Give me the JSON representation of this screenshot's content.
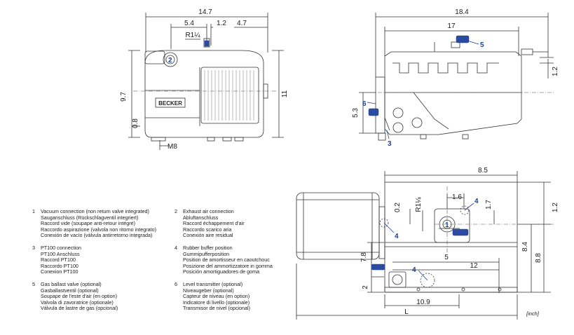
{
  "side_view": {
    "dimensions": [
      "14.7",
      "5.4",
      "1.2",
      "4.7",
      "R1¼",
      "9.7",
      "11",
      "0.8",
      "M8"
    ],
    "callout_2": "2",
    "brand_plate": "BECKER"
  },
  "end_view": {
    "dimensions": [
      "18.4",
      "17",
      "1.2",
      "5.3"
    ],
    "callouts": [
      "5",
      "6",
      "3"
    ]
  },
  "top_view": {
    "dimensions": [
      "8.5",
      "1.6",
      "R1¼",
      "0.2",
      "1.7",
      "1.2",
      "8.4",
      "8.8",
      "7.8",
      "5",
      "12",
      "2",
      "10.9",
      "L"
    ],
    "callouts": [
      "4",
      "4",
      "1",
      "4"
    ]
  },
  "legend": [
    {
      "num": "1",
      "lines": [
        "Vacuum connection (non return valve integrated)",
        "Sauganschluss (Rückschlagventil integriert)",
        "Raccord vide (soupape anti-retour intégré)",
        "Raccordo aspirazione (valvola non ritorno integrato)",
        "Conexión de vacío (válvula antirretorno integrada)"
      ]
    },
    {
      "num": "2",
      "lines": [
        "Exhaust air connection",
        "Abluftanschluss",
        "Raccord échappement d'air",
        "Raccordo scarico aria",
        "Conexión aire residual"
      ]
    },
    {
      "num": "3",
      "lines": [
        "PT100 connection",
        "PT100 Anschluss",
        "Raccord PT100",
        "Raccordo PT100",
        "Conexion PT100"
      ]
    },
    {
      "num": "4",
      "lines": [
        "Rubber buffer position",
        "Gummipufferposition",
        "Position de amortisseur en caoutchouc",
        "Posizione del ammortizzatore in gomma",
        "Posición amortiguadores de goma"
      ]
    },
    {
      "num": "5",
      "lines": [
        "Gas ballast valve (optional)",
        "Gasballastventil (optional)",
        "Soupape de l'este d'air (en option)",
        "Valvola di zavoratrice (optionale)",
        "Válvula de lastre de gas (opcional)"
      ]
    },
    {
      "num": "6",
      "lines": [
        "Level transmitter (optional)",
        "Niveaugeber (optional)",
        "Capteur de niveau (en option)",
        "Indicatore di livello (optionale)",
        "Transmisor de nivel (opcional)"
      ]
    }
  ],
  "unit_label": "[inch]"
}
